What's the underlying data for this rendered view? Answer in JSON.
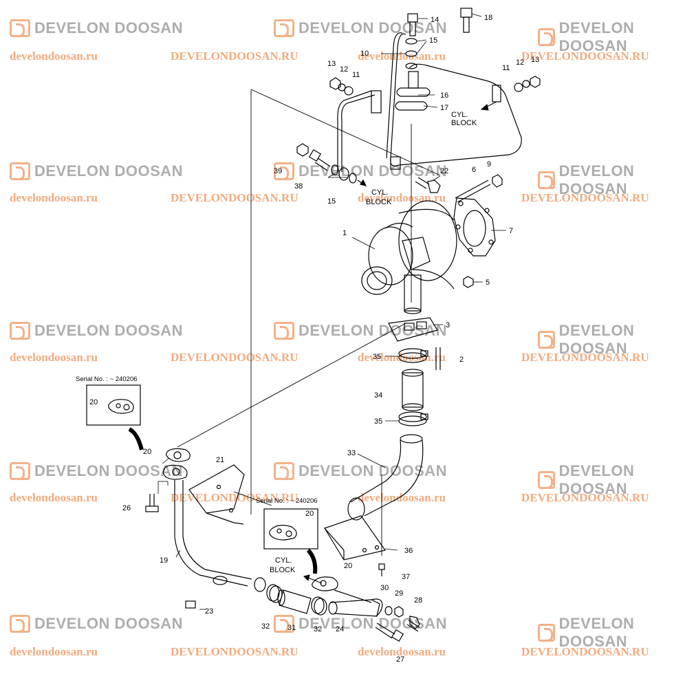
{
  "watermark": {
    "brand": "DEVELON DOOSAN",
    "url_lower": "develondoosan.ru",
    "url_upper": "DEVELONDOOSAN.RU"
  },
  "notes": {
    "cyl_block": [
      "CYL.",
      "BLOCK"
    ],
    "serial": "Serial No. : ~ 240206"
  },
  "labels": {
    "p1": "1",
    "p2": "2",
    "p3": "3",
    "p5": "5",
    "p6": "6",
    "p7": "7",
    "p9": "9",
    "p10": "10",
    "p11": "11",
    "p12": "12",
    "p13": "13",
    "p14": "14",
    "p15": "15",
    "p16": "16",
    "p17": "17",
    "p18": "18",
    "p19": "19",
    "p20": "20",
    "p21": "21",
    "p22": "22",
    "p23": "23",
    "p24": "24",
    "p26": "26",
    "p27": "27",
    "p28": "28",
    "p29": "29",
    "p30": "30",
    "p31": "31",
    "p32": "32",
    "p33": "33",
    "p34": "34",
    "p35": "35",
    "p36": "36",
    "p37": "37",
    "p38": "38",
    "p39": "39"
  }
}
